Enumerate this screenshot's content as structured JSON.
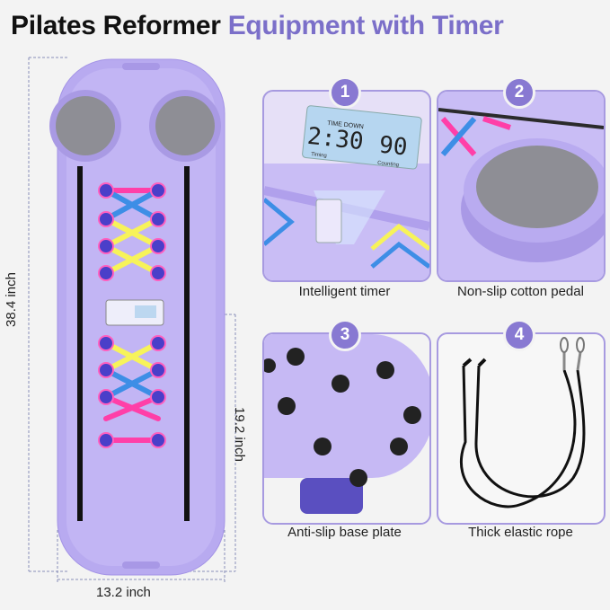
{
  "title": {
    "part1": "Pilates Reformer",
    "part2": "Equipment with Timer"
  },
  "colors": {
    "accent": "#7b6fc9",
    "board": "#b8aaf0",
    "pink": "#ff3fa8",
    "yellow": "#f7f35a",
    "blue": "#3d8ee6"
  },
  "dimensions": {
    "length": "38.4 inch",
    "half_length": "19.2 inch",
    "width": "13.2 inch"
  },
  "features": [
    {
      "number": "1",
      "caption": "Intelligent timer"
    },
    {
      "number": "2",
      "caption": "Non-slip cotton pedal"
    },
    {
      "number": "3",
      "caption": "Anti-slip base plate"
    },
    {
      "number": "4",
      "caption": "Thick elastic rope"
    }
  ],
  "timer": {
    "mode": "TIME DOWN",
    "time": "2:30",
    "count": "90",
    "time_label": "Timing",
    "count_label": "Counting"
  }
}
